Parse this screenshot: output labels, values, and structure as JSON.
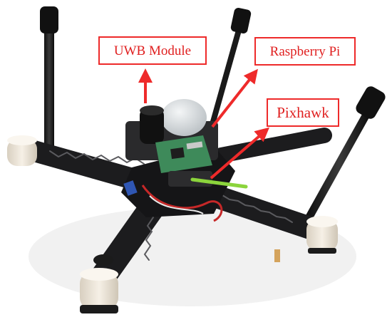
{
  "labels": {
    "uwb_module": "UWB Module",
    "raspberry_pi": "Raspberry Pi",
    "pixhawk": "Pixhawk"
  },
  "colors": {
    "callout": "#ee2a2a",
    "frame": "#1c1c1e",
    "motor_mount": "#efe7da",
    "board": "#3e8a5a",
    "background": "#ffffff"
  }
}
